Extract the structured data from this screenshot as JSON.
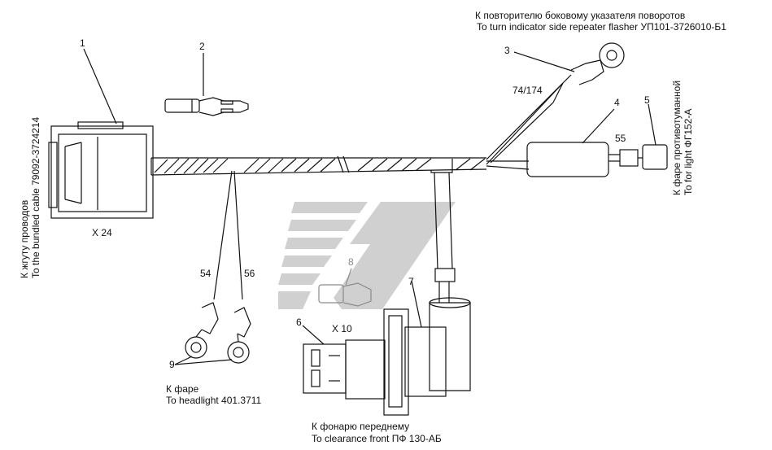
{
  "labels": {
    "repeater_ru": "К  повторителю боковому указателя поворотов",
    "repeater_en": "To turn indicator side repeater flasher УП101-3726010-Б1",
    "bundle_ru": "К жгуту проводов",
    "bundle_en": "To the bundled cable 79092-3724214",
    "foglight_ru": "К фаре противотуманной",
    "foglight_en": "To for light ФГ152-А",
    "headlight_ru": "К фаре",
    "headlight_en": "To headlight 401.3711",
    "clearance_ru": "К фонарю переднему",
    "clearance_en": "To clearance front ПФ 130-АБ",
    "connector_x24": "X 24",
    "connector_x10": "X 10"
  },
  "wire_numbers": [
    "74/174",
    "55",
    "54",
    "56"
  ],
  "callouts": [
    "1",
    "2",
    "3",
    "4",
    "5",
    "6",
    "7",
    "8",
    "9"
  ],
  "colors": {
    "line": "#111111",
    "logo": "#cfcfcf",
    "faded_part": "#8a8a8a"
  }
}
